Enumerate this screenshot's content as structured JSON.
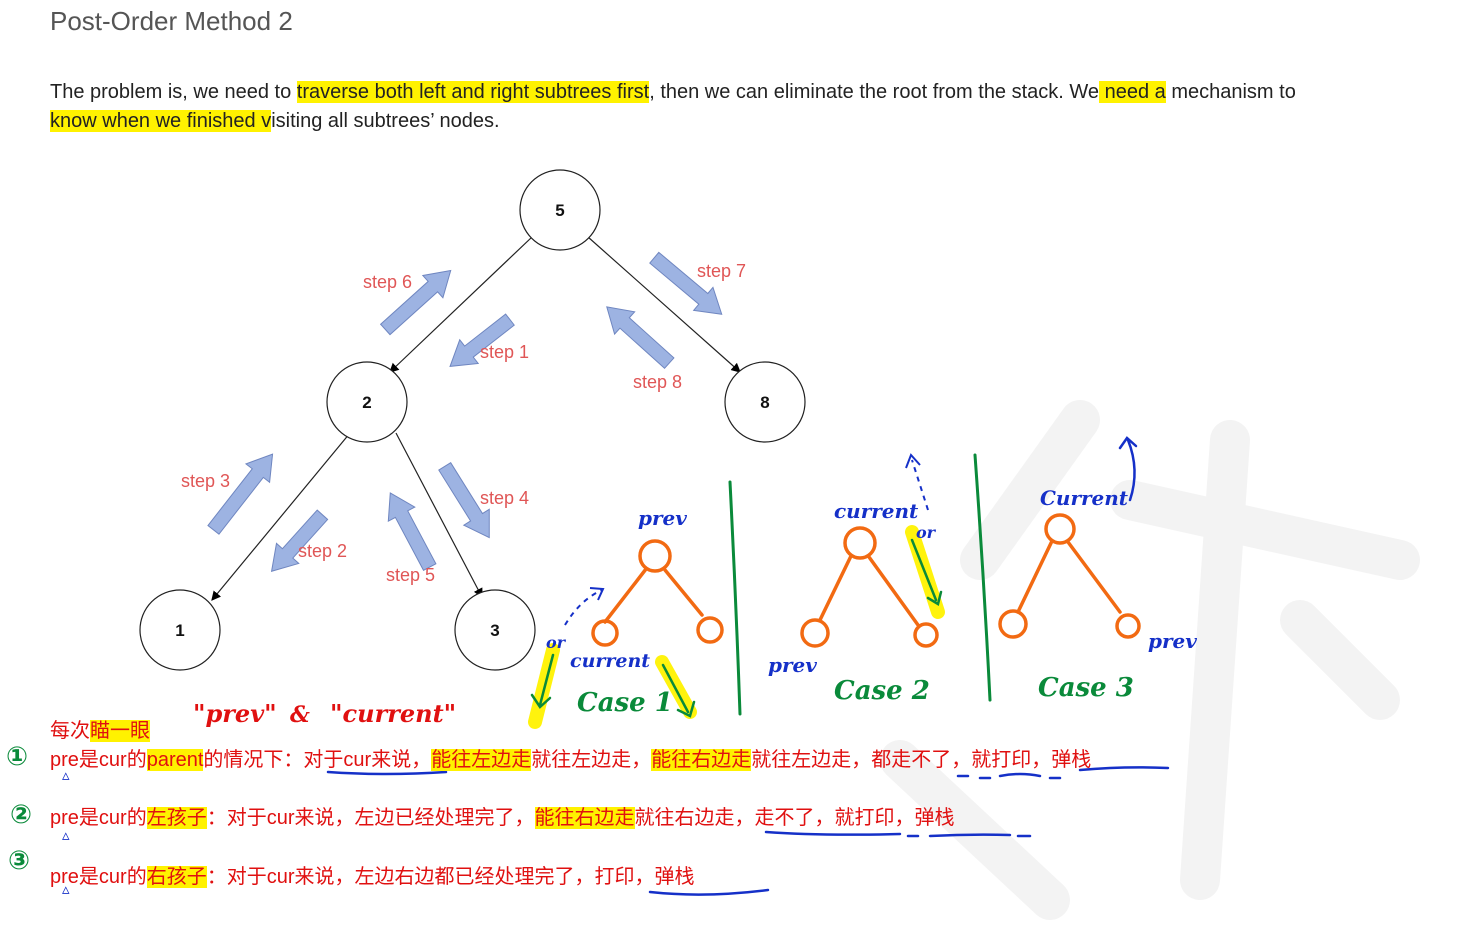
{
  "title": "Post-Order Method 2",
  "intro": {
    "part1": "The problem is, we need to ",
    "hl1": "traverse both left and right subtrees first",
    "part2": ", then we can eliminate the root from the stack. We",
    "hl2": " need a",
    "part3": " mechanism to",
    "hl3": "know when we finished v",
    "part4": "isiting all subtrees’ nodes."
  },
  "tree": {
    "nodes": [
      "5",
      "2",
      "8",
      "1",
      "3"
    ],
    "steps": [
      "step 1",
      "step 2",
      "step 3",
      "step 4",
      "step 5",
      "step 6",
      "step 7",
      "step 8"
    ]
  },
  "cases": {
    "case1": {
      "prev": "prev",
      "or": "or",
      "current": "current",
      "label": "Case 1"
    },
    "case2": {
      "current": "current",
      "or": "or",
      "prev": "prev",
      "label": "Case 2"
    },
    "case3": {
      "current": "Current",
      "prev": "prev",
      "label": "Case 3"
    }
  },
  "handwritten": {
    "prev_q": "\"prev\"",
    "amp": "&",
    "current_q": "\"current\""
  },
  "notes": {
    "intro_a": "每次",
    "intro_b": "瞄一眼",
    "bullets": [
      "①",
      "②",
      "③"
    ],
    "line1": {
      "a": "pre是cur的",
      "b": "parent",
      "c": "的情况下：对于cur来说，",
      "d": "能往左边走",
      "e": "就往左边走，",
      "f": "能往右边走",
      "g": "就往左边走，都走不了，就打印，弹栈"
    },
    "line2": {
      "a": "pre是cur的",
      "b": "左孩子",
      "c": "：对于cur来说，左边已经处理完了，",
      "d": "能往右边走",
      "e": "就往右边走，走不了，就打印，弹栈"
    },
    "line3": {
      "a": "pre是cur的",
      "b": "右孩子",
      "c": "：对于cur来说，左边右边都已经处理完了，打印，弹栈"
    }
  },
  "colors": {
    "highlight": "#fff200",
    "step_text": "#e05656",
    "arrow_fill": "#9db3e2",
    "pen_orange": "#f26a12",
    "pen_blue": "#1530c8",
    "pen_green": "#0a8a3a",
    "note_red": "#e01010"
  }
}
